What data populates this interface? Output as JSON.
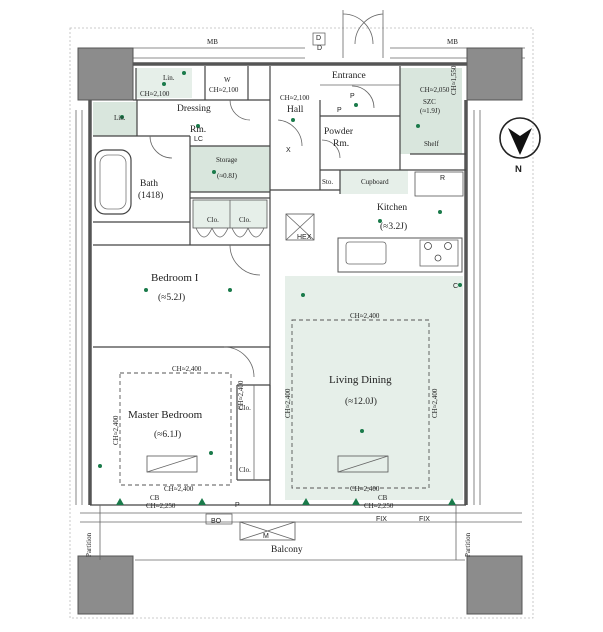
{
  "rooms": {
    "mb_left": "MB",
    "mb_right": "MB",
    "entrance": "Entrance",
    "hall": "Hall",
    "dressing": "Dressing",
    "dressing_rm": "Rm.",
    "lin_top": "Lin.",
    "lin_left": "Lin.",
    "wic": "W",
    "lc": "LC",
    "storage": "Storage",
    "storage_size": "(≈0.8J)",
    "bath": "Bath",
    "bath_size": "(1418)",
    "powder": "Powder",
    "powder_rm": "Rm.",
    "sto": "Sto.",
    "cupboard": "Cupboard",
    "kitchen": "Kitchen",
    "kitchen_size": "(≈3.2J)",
    "shelf": "Shelf",
    "szc": "SZC",
    "szc_size": "(≈1.9J)",
    "refrigerator": "R",
    "hex": "HEX",
    "clo1": "Clo.",
    "clo2": "Clo.",
    "bedroom1": "Bedroom I",
    "bedroom1_size": "(≈5.2J)",
    "living": "Living Dining",
    "living_size": "(≈12.0J)",
    "master": "Master Bedroom",
    "master_size": "(≈6.1J)",
    "clo3": "Clo.",
    "clo4": "Clo.",
    "balcony": "Balcony",
    "bo": "BO",
    "partition_left": "Partition",
    "partition_right": "Partition",
    "fix1": "FIX",
    "fix2": "FIX",
    "cb1": "CB",
    "cb2": "CB",
    "p1": "P",
    "p2": "P",
    "p3": "P",
    "m": "M",
    "d": "D",
    "d2": "D",
    "x": "X",
    "c": "C"
  },
  "ceiling": {
    "ch_2100_dressing": "CH≈2,100",
    "ch_2100_wic": "CH≈2,100",
    "ch_2100_hall": "CH≈2,100",
    "ch_2050": "CH≈2,050",
    "ch_1550": "CH≈1,550",
    "ch_2400_living": "CH≈2,400",
    "ch_2400_master_top": "CH≈2,400",
    "ch_2400_master_left": "CH≈2,400",
    "ch_2400_master_right": "CH≈2,400",
    "ch_2400_living_left": "CH≈2,400",
    "ch_2400_living_right": "CH≈2,400",
    "ch_2400_bottom1": "CH≈2,400",
    "ch_2400_bottom2": "CH≈2,400",
    "ch_2250_1": "CH≈2,250",
    "ch_2250_2": "CH≈2,250"
  },
  "compass": {
    "label": "N"
  }
}
